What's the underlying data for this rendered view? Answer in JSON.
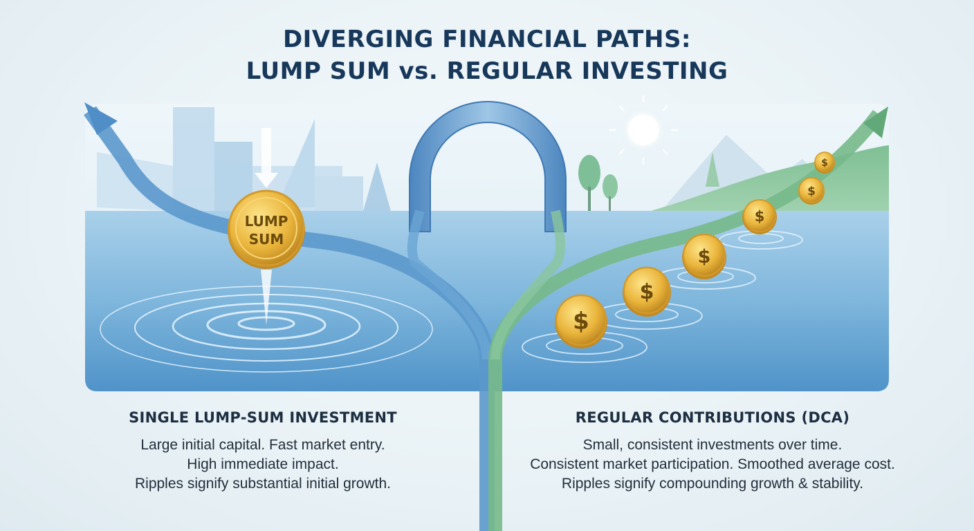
{
  "title": {
    "line1": "DIVERGING FINANCIAL PATHS:",
    "line2": "LUMP SUM vs. REGULAR INVESTING"
  },
  "lump_coin": {
    "line1": "LUMP",
    "line2": "SUM"
  },
  "dca_coin_symbol": "$",
  "left": {
    "heading": "SINGLE LUMP-SUM INVESTMENT",
    "lines": [
      "Large initial capital. Fast market entry.",
      "High immediate impact.",
      "Ripples signify substantial initial growth."
    ]
  },
  "right": {
    "heading": "REGULAR CONTRIBUTIONS (DCA)",
    "lines": [
      "Small, consistent investments over time.",
      "Consistent market participation. Smoothed average cost.",
      "Ripples signify compounding growth & stability."
    ]
  },
  "colors": {
    "title": "#17385a",
    "water": "#7fb6dc",
    "blue_path": "#5b98cc",
    "green_path": "#77b98a",
    "coin": "#e8b43a"
  },
  "icons": [
    "sun-icon",
    "blue-arrow-icon",
    "green-arrow-icon",
    "down-arrow-icon",
    "dollar-coin-icon"
  ]
}
